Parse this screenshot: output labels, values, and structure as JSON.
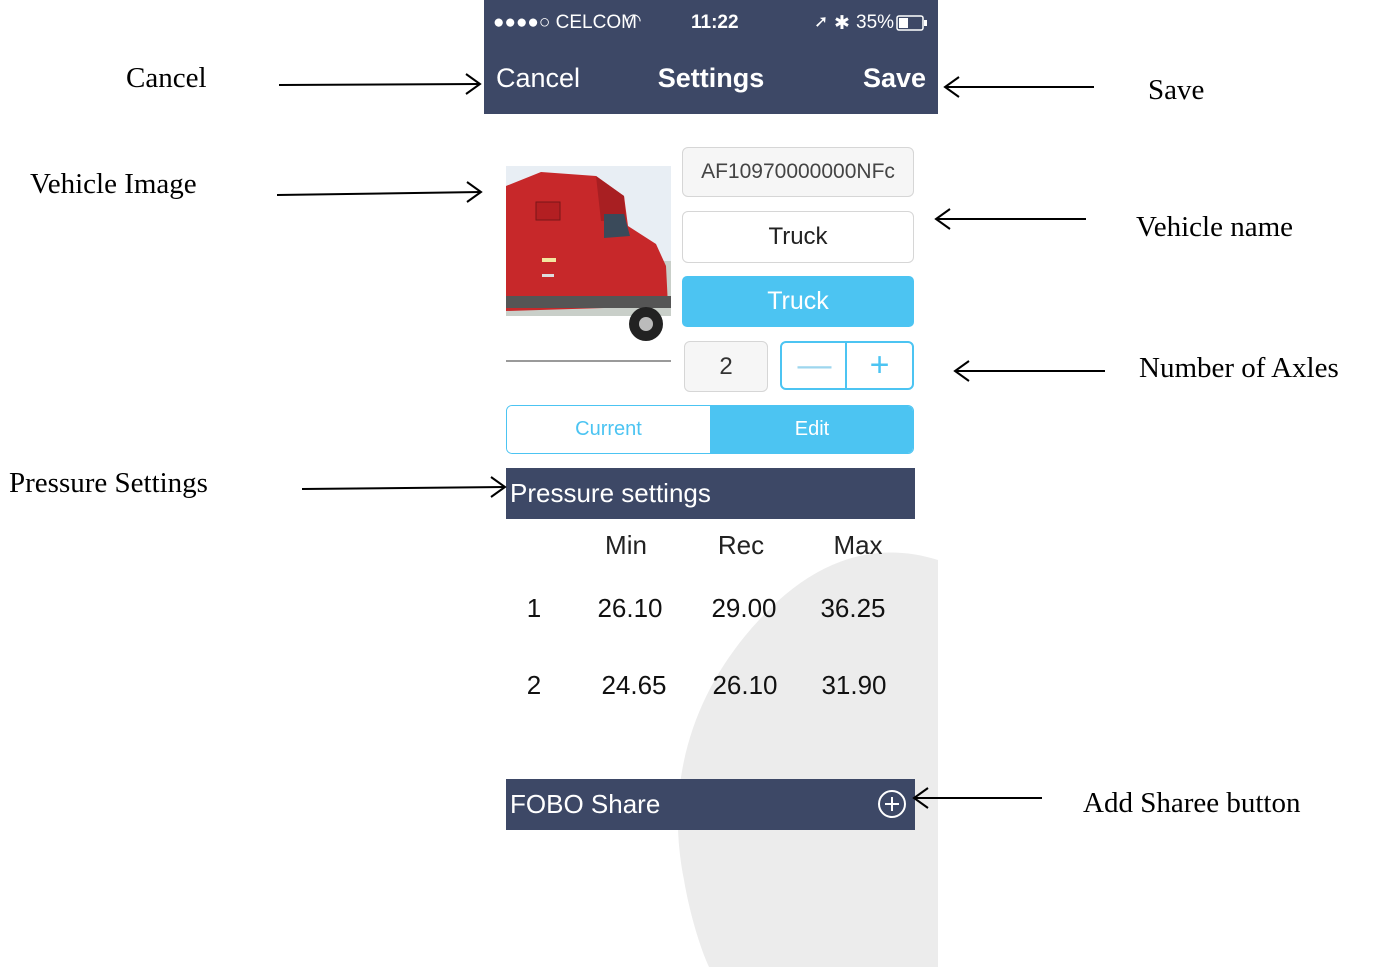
{
  "annotations": {
    "cancel": "Cancel",
    "save": "Save",
    "vehicle_image": "Vehicle Image",
    "vehicle_name": "Vehicle name",
    "number_of_axles": "Number of Axles",
    "pressure_settings": "Pressure Settings",
    "add_sharee_button": "Add Sharee button"
  },
  "status_bar": {
    "carrier": "●●●●○ CELCOM",
    "time": "11:22",
    "battery": "35%"
  },
  "navbar": {
    "cancel": "Cancel",
    "title": "Settings",
    "save": "Save"
  },
  "vehicle": {
    "device_id": "AF10970000000NFc",
    "name": "Truck",
    "type": "Truck",
    "axles": "2",
    "minus": "—",
    "plus": "+"
  },
  "mode_tabs": {
    "current": "Current",
    "edit": "Edit"
  },
  "pressure": {
    "title": "Pressure settings",
    "columns": [
      "Min",
      "Rec",
      "Max"
    ],
    "rows": [
      {
        "axle": "1",
        "min": "26.10",
        "rec": "29.00",
        "max": "36.25"
      },
      {
        "axle": "2",
        "min": "24.65",
        "rec": "26.10",
        "max": "31.90"
      }
    ]
  },
  "share": {
    "title": "FOBO Share"
  },
  "colors": {
    "nav": "#3d4866",
    "accent": "#4cc4f2"
  }
}
